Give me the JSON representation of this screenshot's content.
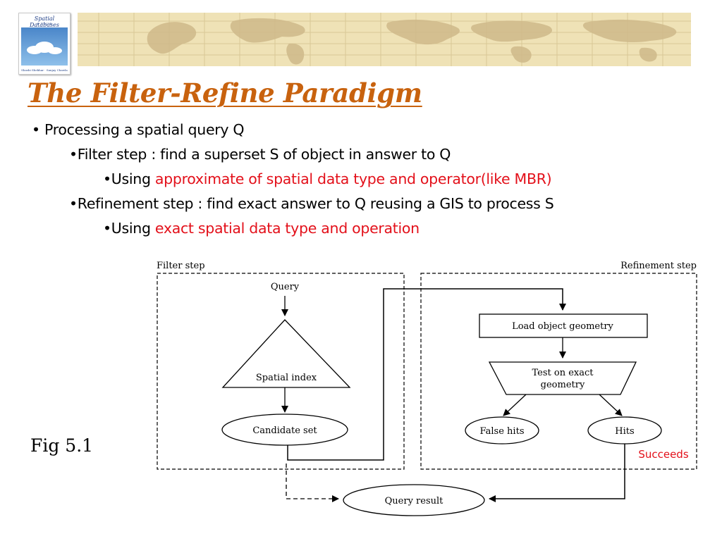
{
  "book_cover": {
    "title": "Spatial Databases",
    "subtitle": "A TOUR",
    "authors": "Shashi Shekhar · Sanjay Chawla"
  },
  "slide": {
    "title": "The Filter-Refine Paradigm",
    "bullets": [
      {
        "level": 1,
        "text": "• Processing a  spatial query Q"
      },
      {
        "level": 2,
        "text": "•Filter step : find a superset S of object in answer to Q"
      },
      {
        "level": 3,
        "prefix": "•Using ",
        "highlight": "approximate of spatial data type and operator(like MBR)"
      },
      {
        "level": 2,
        "text": "•Refinement step : find exact answer to Q reusing a GIS to process S"
      },
      {
        "level": 3,
        "prefix": "•Using ",
        "highlight": "exact spatial data type and operation"
      }
    ],
    "figure_label": "Fig 5.1"
  },
  "diagram": {
    "filter_step_label": "Filter step",
    "refinement_step_label": "Refinement step",
    "query": "Query",
    "spatial_index": "Spatial index",
    "candidate_set": "Candidate set",
    "load_geometry": "Load object geometry",
    "test_line1": "Test on exact",
    "test_line2": "geometry",
    "false_hits": "False hits",
    "hits": "Hits",
    "query_result": "Query result",
    "succeeds": "Succeeds"
  },
  "colors": {
    "title": "#c8620e",
    "highlight": "#e3101a",
    "banner": "#efe2b6"
  }
}
